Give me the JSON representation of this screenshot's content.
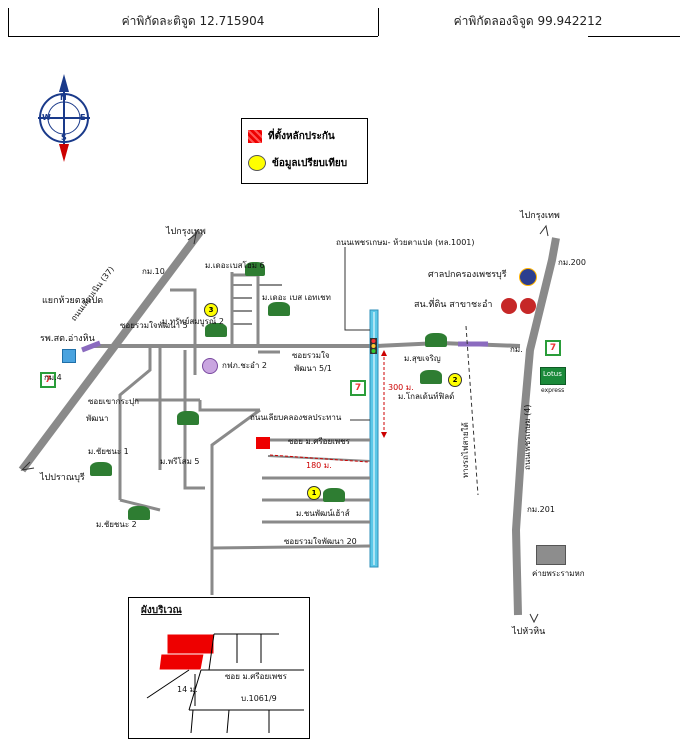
{
  "header": {
    "latitude_text": "ค่าพิกัดละติจูด 12.715904",
    "longitude_text": "ค่าพิกัดลองจิจูด 99.942212"
  },
  "compass": {
    "north": "N",
    "south": "S",
    "east": "E",
    "west": "W"
  },
  "legend": {
    "property_label": "ที่ตั้งหลักประกัน",
    "comparable_label": "ข้อมูลเปรียบเทียบ"
  },
  "labels": {
    "to_bangkok_left": "ไปกรุงเทพ",
    "to_bangkok_right": "ไปกรุงเทพ",
    "to_pranburi": "ไปปราณบุรี",
    "to_huahin": "ไปหัวหิน",
    "km10": "กม.10",
    "km4": "กม.4",
    "km_right": "กม.",
    "km200": "กม.200",
    "km201": "กม.201",
    "road_left": "ถนนเลียบเนิน (37)",
    "junction": "แยกห้วยตาแปด",
    "hospital": "รพ.สต.อ่างหิน",
    "village_ultimate6": "ม.เดอะเบสโฮม 6",
    "village_thebest": "ม.เดอะ เบส เอทเชท",
    "village_sapsomboon2": "ม.ทรัพย์สมบูรณ์ 2",
    "soi_ruamjai5": "ซอยรวมใจพัฒนา 5",
    "soi_ruamjai51_a": "ซอยรวมใจ",
    "soi_ruamjai51_b": "พัฒนา 5/1",
    "pea": "กฟภ.ชะอำ 2",
    "soi_khaokrapuk_a": "ซอยเขากระปุก",
    "soi_khaokrapuk_b": "พัฒนา",
    "village_chaicharoen1": "ม.ชัยชนะ 1",
    "village_chaicharoen2": "ม.ชัยชนะ 2",
    "village_pripsom5": "ม.พรีโสม 5",
    "main_road": "ถนนเพชรเกษม- ห้วยตาแปด (ทล.1001)",
    "canal_road": "ถนนเลียบคลองชลประทาน",
    "soi_sri": "ซอย ม.ศรีอยเพชร",
    "dist_180": "180 ม.",
    "dist_300": "300 ม.",
    "village_chonpat": "ม.ชนพัฒน์เฮ้าส์",
    "soi_ruamjai20": "ซอยรวมใจพัฒนา 20",
    "court": "ศาลปกครองเพชรบุรี",
    "police": "สน.ที่ดิน สาขาชะอำ",
    "village_suk": "ม.สุขเจริญ",
    "village_golden": "ม.โกลเด้นท์ฟิลด์",
    "railway": "ทางรถไฟสายใต้",
    "highway4": "ถนนเพชรเกษม (4)",
    "camp": "ค่ายพระรามหก",
    "lotus_a": "Lotus",
    "lotus_b": "express"
  },
  "badges": {
    "b1": "1",
    "b2": "2",
    "b3": "3"
  },
  "inset": {
    "title": "ผังบริเวณ",
    "soi": "ซอย ม.ศรีอยเพชร",
    "width": "14 ม.",
    "parcel": "บ.1061/9"
  },
  "colors": {
    "road": "#8a8a8a",
    "canal": "#5cc8e8",
    "property": "#e00000",
    "highlight_road": "#8b6bbf"
  }
}
